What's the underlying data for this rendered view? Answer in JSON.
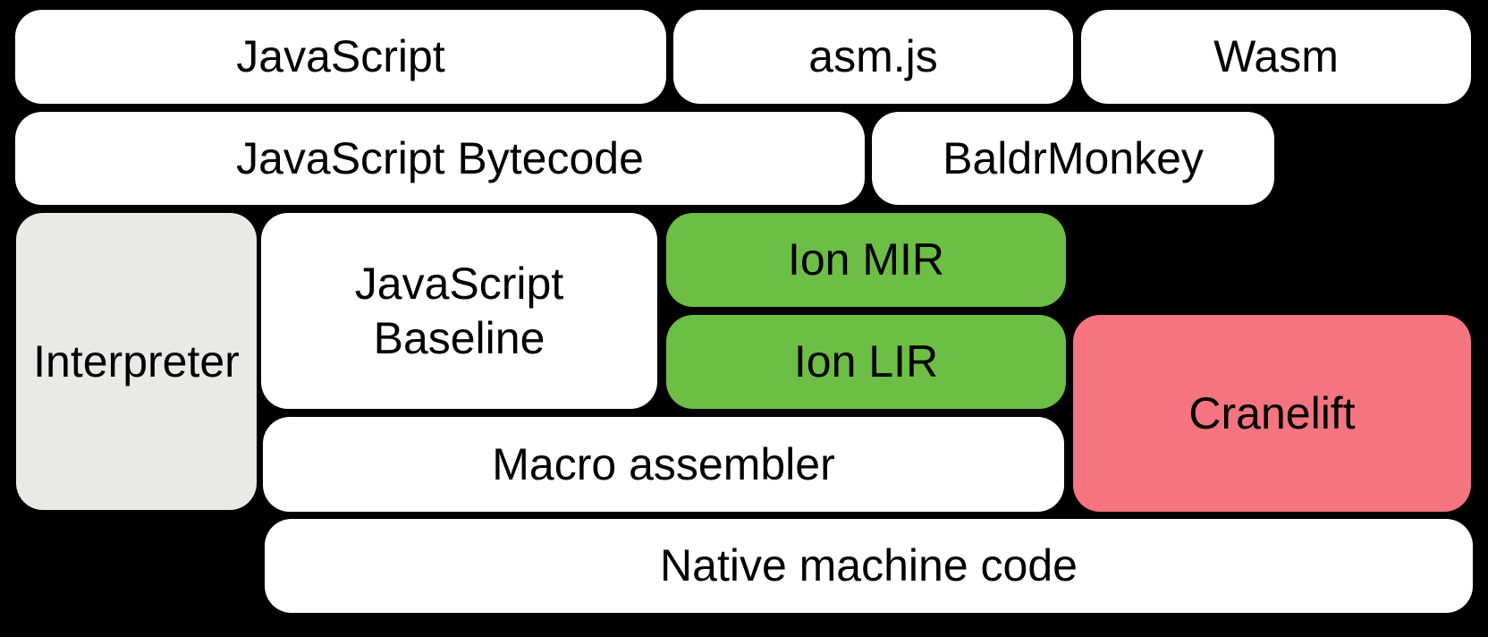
{
  "colors": {
    "background": "#000000",
    "white": "#ffffff",
    "gray": "#e9e9e8",
    "green": "#6cbe45",
    "pink": "#f4747f",
    "text": "#000000"
  },
  "diagram": {
    "boxes": [
      {
        "id": "javascript",
        "label": "JavaScript",
        "color": "white"
      },
      {
        "id": "asmjs",
        "label": "asm.js",
        "color": "white"
      },
      {
        "id": "wasm",
        "label": "Wasm",
        "color": "white"
      },
      {
        "id": "javascript-bytecode",
        "label": "JavaScript Bytecode",
        "color": "white"
      },
      {
        "id": "baldrmonkey",
        "label": "BaldrMonkey",
        "color": "white"
      },
      {
        "id": "interpreter",
        "label": "Interpreter",
        "color": "gray"
      },
      {
        "id": "javascript-baseline",
        "label": "JavaScript Baseline",
        "color": "white"
      },
      {
        "id": "ion-mir",
        "label": "Ion MIR",
        "color": "green"
      },
      {
        "id": "ion-lir",
        "label": "Ion LIR",
        "color": "green"
      },
      {
        "id": "cranelift",
        "label": "Cranelift",
        "color": "pink"
      },
      {
        "id": "macro-assembler",
        "label": "Macro assembler",
        "color": "white"
      },
      {
        "id": "native-machine-code",
        "label": "Native machine code",
        "color": "white"
      }
    ]
  }
}
